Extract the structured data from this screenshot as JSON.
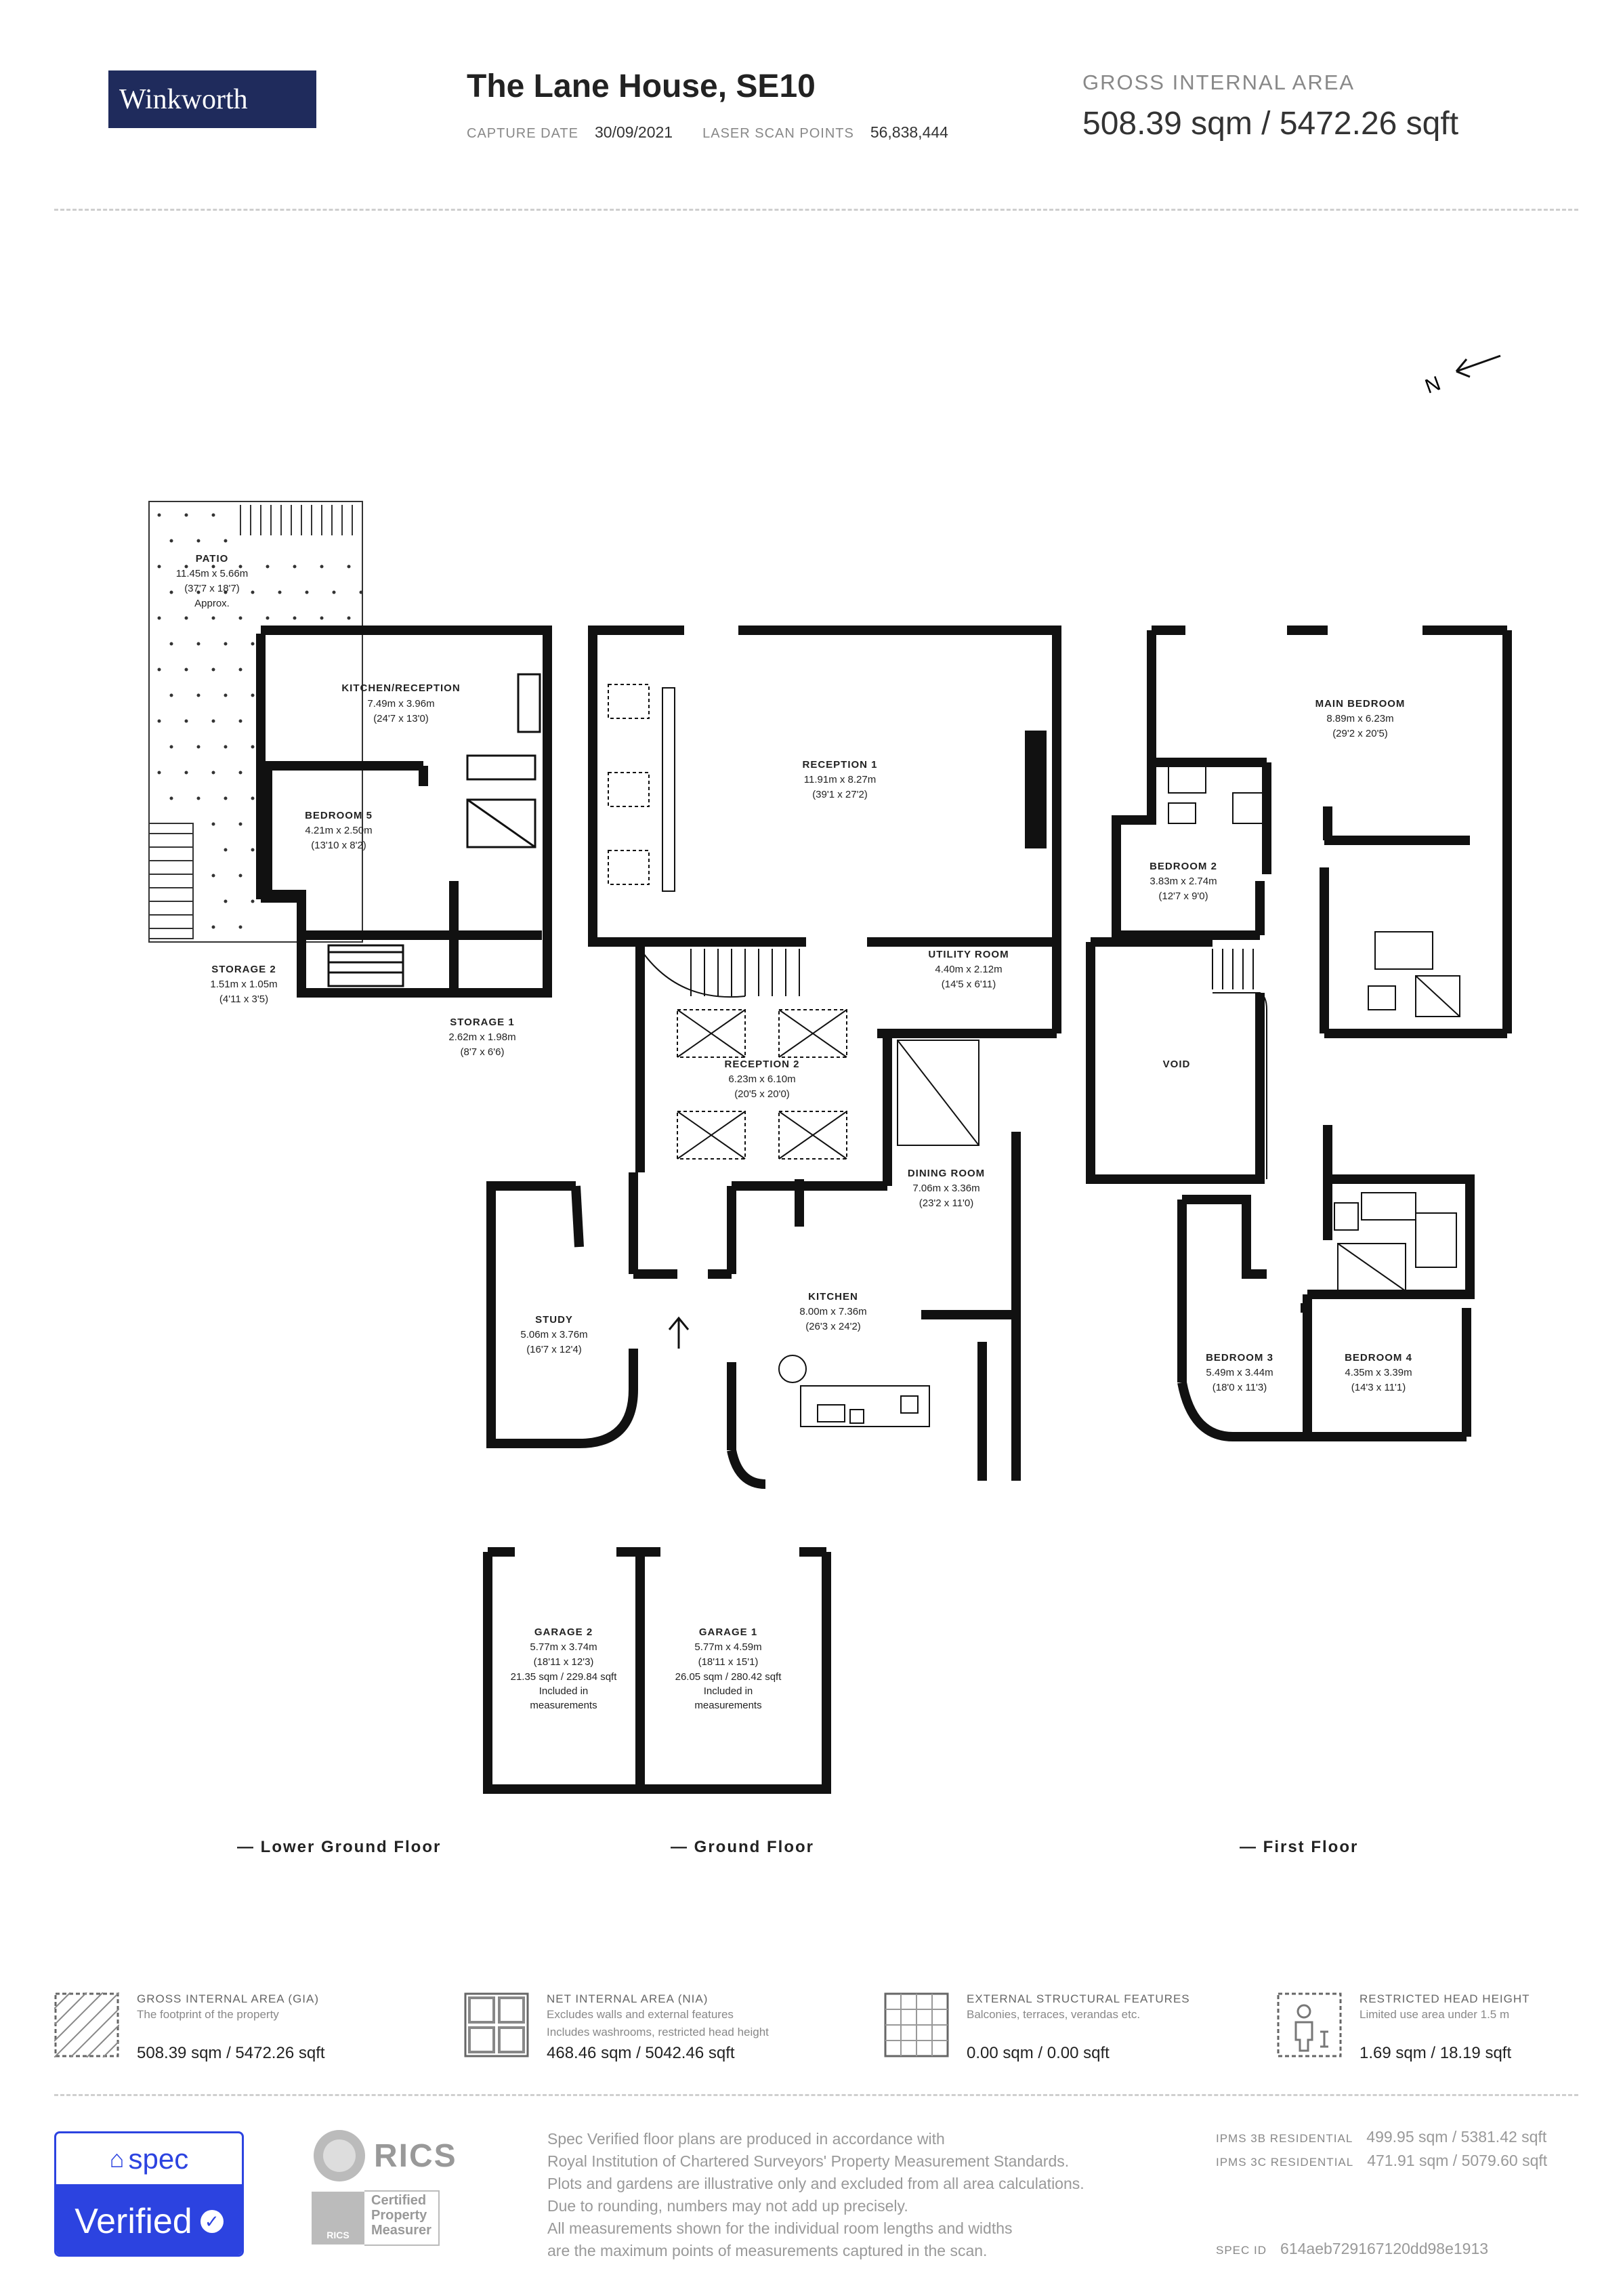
{
  "header": {
    "brand": "Winkworth",
    "title": "The Lane House, SE10",
    "capture_date_label": "CAPTURE DATE",
    "capture_date": "30/09/2021",
    "scan_points_label": "LASER SCAN POINTS",
    "scan_points": "56,838,444",
    "gia_label": "GROSS INTERNAL AREA",
    "gia_value": "508.39 sqm / 5472.26 sqft"
  },
  "rooms": {
    "patio": {
      "name": "PATIO",
      "dims": "11.45m x 5.66m",
      "imperial": "(37'7 x 18'7)",
      "note": "Approx."
    },
    "kitchen_reception": {
      "name": "KITCHEN/RECEPTION",
      "dims": "7.49m x 3.96m",
      "imperial": "(24'7 x 13'0)"
    },
    "bedroom5": {
      "name": "BEDROOM 5",
      "dims": "4.21m x 2.50m",
      "imperial": "(13'10 x 8'2)"
    },
    "storage2": {
      "name": "STORAGE 2",
      "dims": "1.51m x 1.05m",
      "imperial": "(4'11 x 3'5)"
    },
    "storage1": {
      "name": "STORAGE 1",
      "dims": "2.62m x 1.98m",
      "imperial": "(8'7 x 6'6)"
    },
    "reception1": {
      "name": "RECEPTION 1",
      "dims": "11.91m x 8.27m",
      "imperial": "(39'1 x 27'2)"
    },
    "utility": {
      "name": "UTILITY ROOM",
      "dims": "4.40m x 2.12m",
      "imperial": "(14'5 x 6'11)"
    },
    "reception2": {
      "name": "RECEPTION 2",
      "dims": "6.23m x 6.10m",
      "imperial": "(20'5 x 20'0)"
    },
    "dining": {
      "name": "DINING ROOM",
      "dims": "7.06m x 3.36m",
      "imperial": "(23'2 x 11'0)"
    },
    "study": {
      "name": "STUDY",
      "dims": "5.06m x 3.76m",
      "imperial": "(16'7 x 12'4)"
    },
    "kitchen": {
      "name": "KITCHEN",
      "dims": "8.00m x 7.36m",
      "imperial": "(26'3 x 24'2)"
    },
    "garage2": {
      "name": "GARAGE 2",
      "dims": "5.77m x 3.74m",
      "imperial": "(18'11 x 12'3)",
      "area": "21.35 sqm / 229.84 sqft",
      "note1": "Included in",
      "note2": "measurements"
    },
    "garage1": {
      "name": "GARAGE 1",
      "dims": "5.77m x 4.59m",
      "imperial": "(18'11 x 15'1)",
      "area": "26.05 sqm / 280.42 sqft",
      "note1": "Included in",
      "note2": "measurements"
    },
    "main_bedroom": {
      "name": "MAIN BEDROOM",
      "dims": "8.89m x 6.23m",
      "imperial": "(29'2 x 20'5)"
    },
    "bedroom2": {
      "name": "BEDROOM 2",
      "dims": "3.83m x 2.74m",
      "imperial": "(12'7 x 9'0)"
    },
    "void": {
      "name": "VOID"
    },
    "bedroom3": {
      "name": "BEDROOM 3",
      "dims": "5.49m x 3.44m",
      "imperial": "(18'0 x 11'3)"
    },
    "bedroom4": {
      "name": "BEDROOM 4",
      "dims": "4.35m x 3.39m",
      "imperial": "(14'3 x 11'1)"
    }
  },
  "north_label": "N",
  "floors": {
    "lower": "— Lower Ground Floor",
    "ground": "— Ground Floor",
    "first": "— First Floor"
  },
  "legend": [
    {
      "title": "GROSS INTERNAL AREA (GIA)",
      "sub1": "The footprint of the property",
      "sub2": "",
      "value": "508.39 sqm / 5472.26 sqft",
      "icon": "hatch-icon"
    },
    {
      "title": "NET INTERNAL AREA (NIA)",
      "sub1": "Excludes walls and external features",
      "sub2": "Includes washrooms, restricted head height",
      "value": "468.46 sqm / 5042.46 sqft",
      "icon": "nia-icon"
    },
    {
      "title": "EXTERNAL STRUCTURAL FEATURES",
      "sub1": "Balconies, terraces, verandas etc.",
      "sub2": "",
      "value": "0.00 sqm / 0.00 sqft",
      "icon": "grid-icon"
    },
    {
      "title": "RESTRICTED HEAD HEIGHT",
      "sub1": "Limited use area under 1.5 m",
      "sub2": "",
      "value": "1.69 sqm / 18.19 sqft",
      "icon": "person-icon"
    }
  ],
  "footer": {
    "spec_label": "spec",
    "verified_label": "Verified",
    "rics_label": "RICS",
    "rics_cert1": "Certified",
    "rics_cert2": "Property",
    "rics_cert3": "Measurer",
    "text_lines": [
      "Spec Verified floor plans are produced in accordance with",
      "Royal Institution of Chartered Surveyors' Property Measurement Standards.",
      "Plots and gardens are illustrative only and excluded from all area calculations.",
      "Due to rounding, numbers may not add up precisely.",
      "All measurements shown for the individual room lengths and widths",
      "are the maximum points of measurements captured in the scan."
    ],
    "ipms3b_label": "IPMS 3B RESIDENTIAL",
    "ipms3b_value": "499.95 sqm / 5381.42 sqft",
    "ipms3c_label": "IPMS 3C RESIDENTIAL",
    "ipms3c_value": "471.91 sqm / 5079.60 sqft",
    "spec_id_label": "SPEC ID",
    "spec_id": "614aeb729167120dd98e1913"
  },
  "colors": {
    "brand_navy": "#1f2b5c",
    "spec_blue": "#2c43e0",
    "wall": "#111111"
  }
}
